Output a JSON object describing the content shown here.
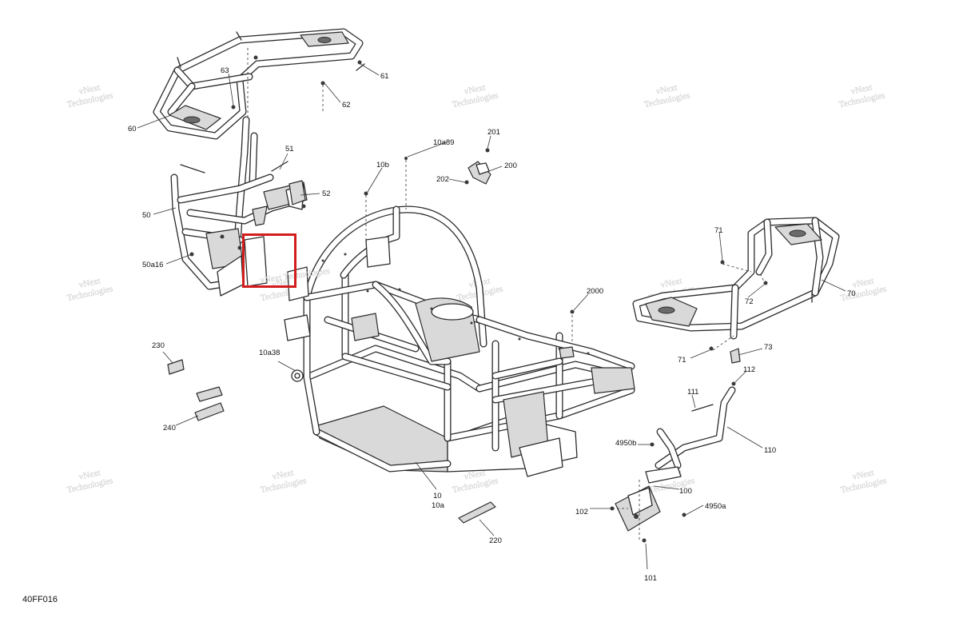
{
  "callouts": {
    "c61": "61",
    "c62": "62",
    "c63": "63",
    "c60": "60",
    "c51": "51",
    "c52": "52",
    "c50": "50",
    "c50a16": "50a16",
    "c10a89": "10a89",
    "c10b": "10b",
    "c201": "201",
    "c200": "200",
    "c202": "202",
    "c2000": "2000",
    "c71a": "71",
    "c72": "72",
    "c70": "70",
    "c71b": "71",
    "c73": "73",
    "c112": "112",
    "c111": "111",
    "c110": "110",
    "c4950b": "4950b",
    "c100": "100",
    "c4950a": "4950a",
    "c102": "102",
    "c101": "101",
    "c220": "220",
    "c10": "10",
    "c10a": "10a",
    "c230": "230",
    "c240": "240",
    "c10a38": "10a38"
  },
  "watermark": {
    "line1": "vNext",
    "line2": "Technologies",
    "inline": "vNext Technologies"
  },
  "figure_code": "40FF016",
  "colors": {
    "line": "#2b2b2b",
    "highlight": "#d21d1d",
    "watermark": "#e4e4e4"
  }
}
